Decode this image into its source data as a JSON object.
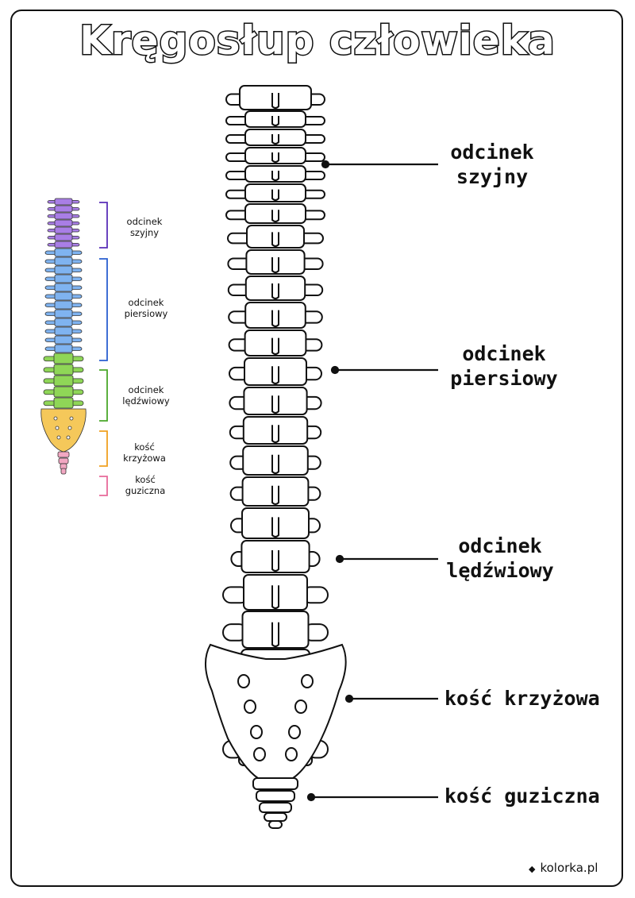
{
  "title": "Kręgosłup człowieka",
  "labels": {
    "cervical": [
      "odcinek",
      "szyjny"
    ],
    "thoracic": [
      "odcinek",
      "piersiowy"
    ],
    "lumbar": [
      "odcinek",
      "lędźwiowy"
    ],
    "sacrum": "kość krzyżowa",
    "coccyx": "kość guziczna"
  },
  "legend": {
    "cervical": [
      "odcinek",
      "szyjny"
    ],
    "thoracic": [
      "odcinek",
      "piersiowy"
    ],
    "lumbar": [
      "odcinek",
      "lędźwiowy"
    ],
    "sacrum": [
      "kość",
      "krzyżowa"
    ],
    "coccyx": [
      "kość",
      "guziczna"
    ]
  },
  "colors": {
    "cervical": "#a97ee6",
    "thoracic": "#7fb3f0",
    "lumbar": "#8fd657",
    "sacrum": "#f5c85a",
    "coccyx": "#f2a7c2",
    "bracket_cervical": "#5a2fb8",
    "bracket_thoracic": "#2a5fd0",
    "bracket_lumbar": "#4aa82a",
    "bracket_sacrum": "#f0a020",
    "bracket_coccyx": "#e86a9a"
  },
  "footer": {
    "icon": "diamond-icon",
    "text": "kolorka.pl"
  }
}
